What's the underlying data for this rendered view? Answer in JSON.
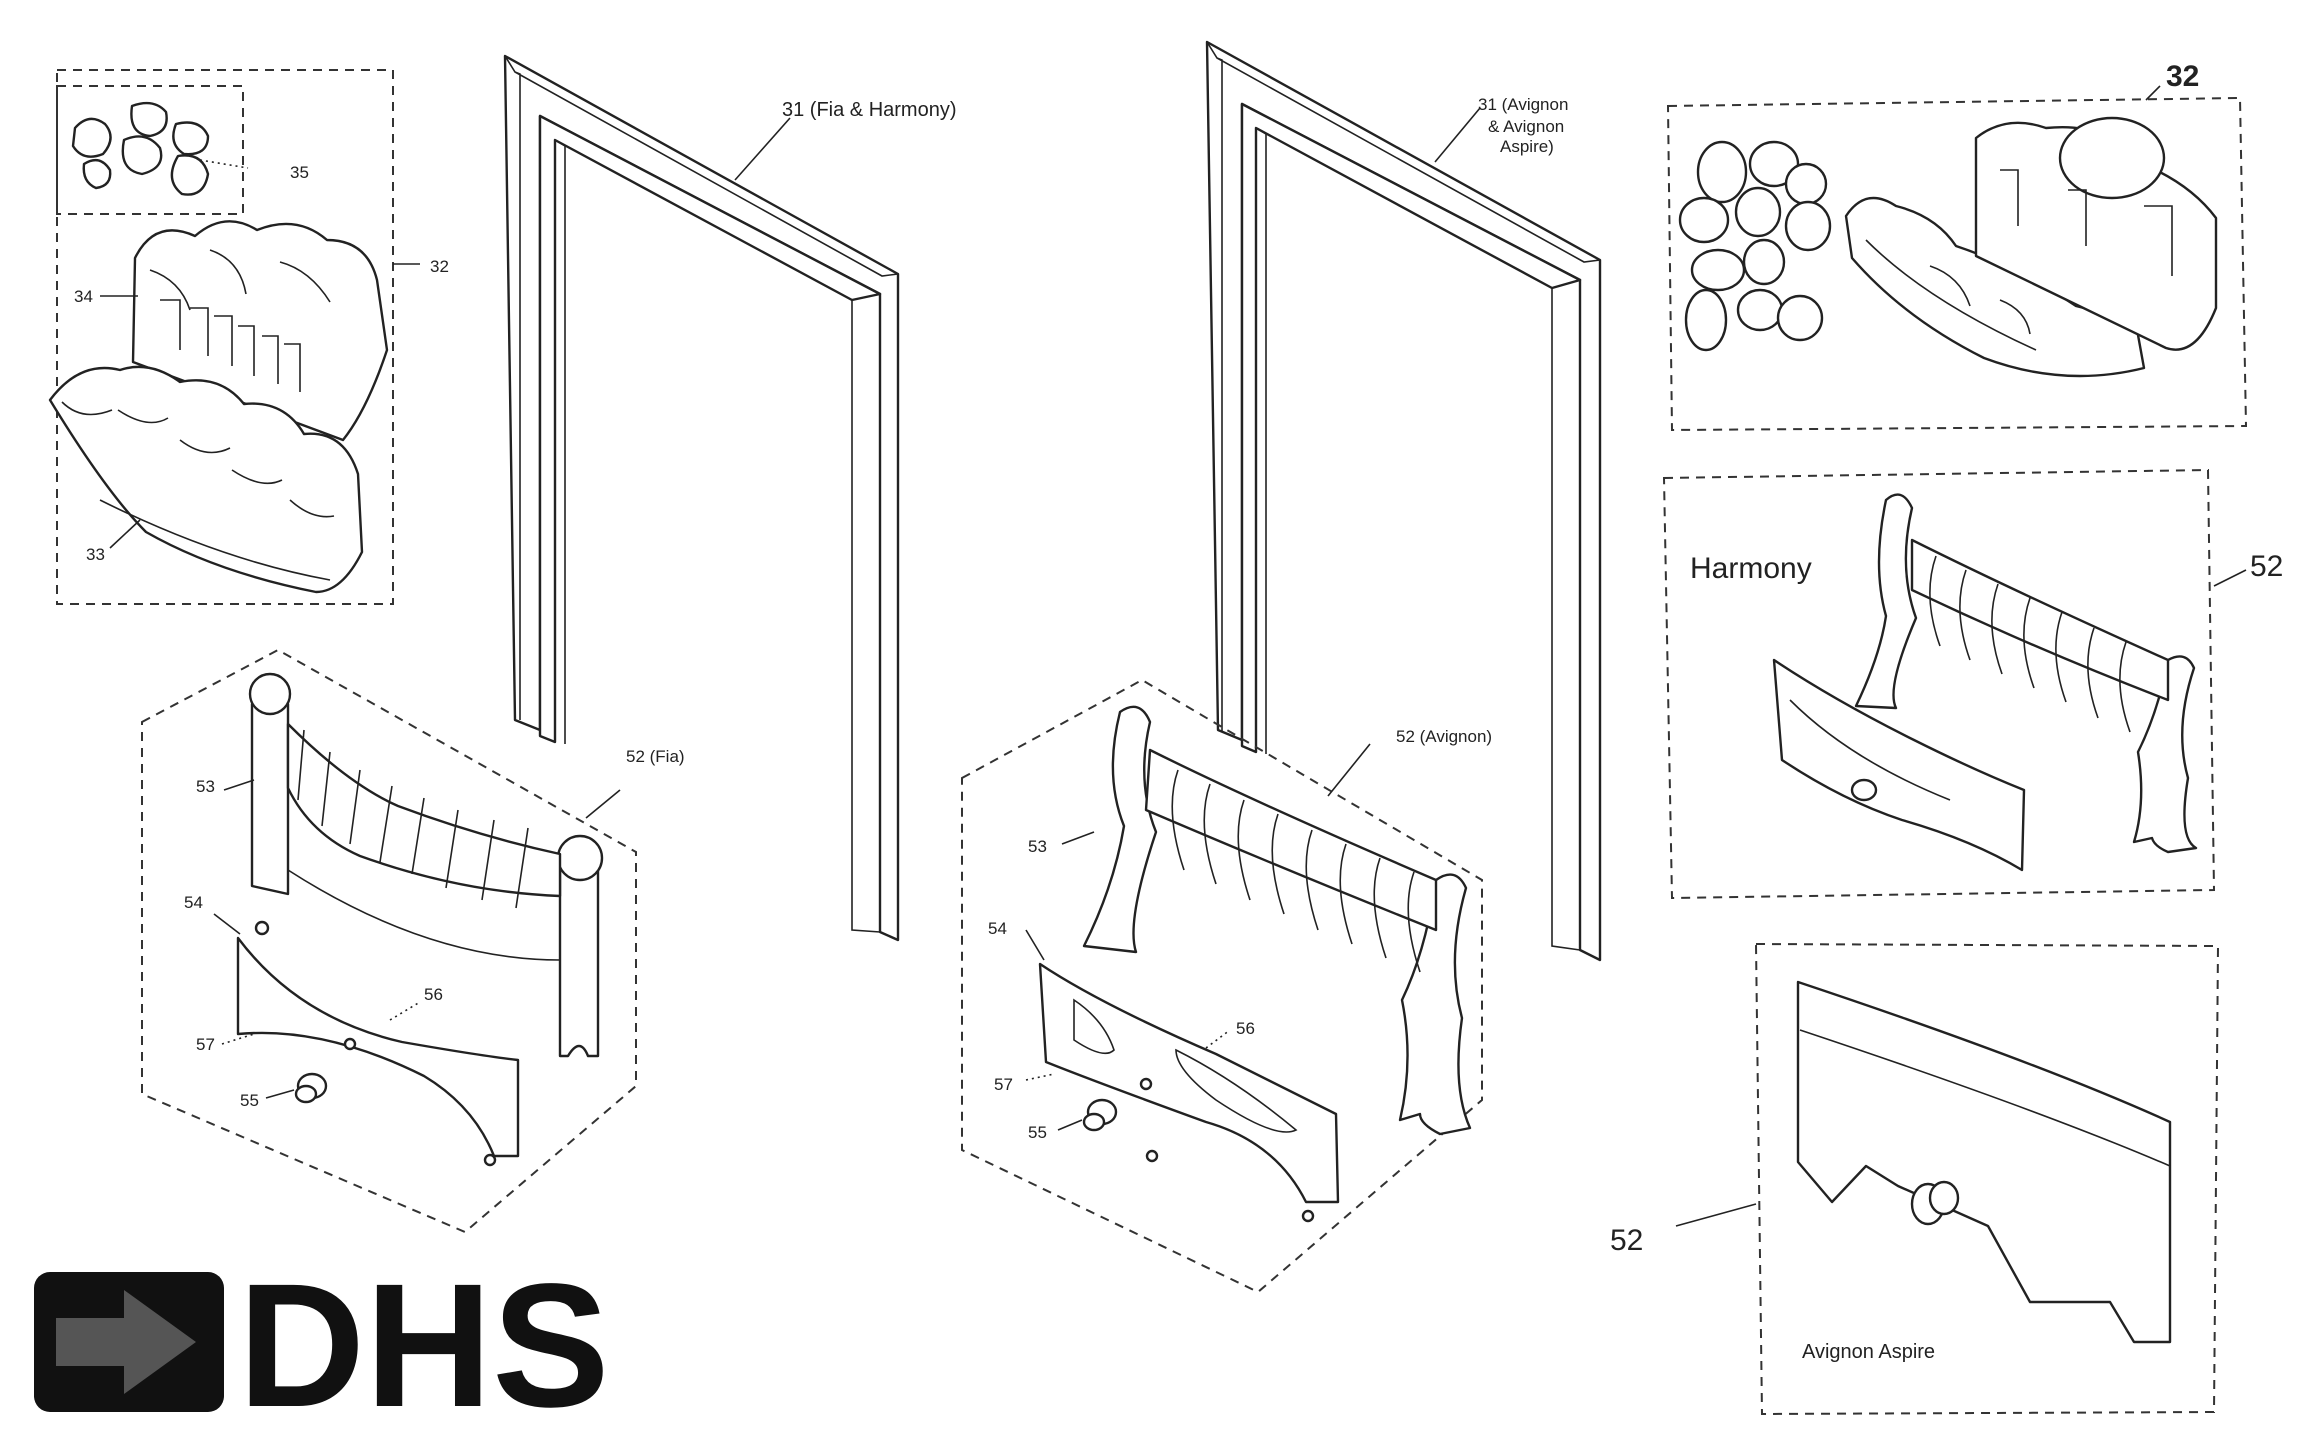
{
  "groups": {
    "coal_kit": {
      "callout_35": "35",
      "callout_34": "34",
      "callout_33": "33",
      "callout_32": "32"
    },
    "frame_fia_harmony": {
      "callout": "31 (Fia & Harmony)"
    },
    "frame_avignon": {
      "callout_line1": "31 (Avignon",
      "callout_line2": "& Avignon",
      "callout_line3": "Aspire)"
    },
    "pebble_kit": {
      "callout": "32"
    },
    "fret_fia": {
      "callout_set": "52 (Fia)",
      "callout_53": "53",
      "callout_54": "54",
      "callout_56": "56",
      "callout_57": "57",
      "callout_55": "55"
    },
    "fret_avignon": {
      "callout_set": "52 (Avignon)",
      "callout_53": "53",
      "callout_54": "54",
      "callout_56": "56",
      "callout_57": "57",
      "callout_55": "55"
    },
    "fret_harmony": {
      "title": "Harmony",
      "callout": "52"
    },
    "fret_avignon_aspire": {
      "title": "Avignon Aspire",
      "callout": "52"
    }
  },
  "logo": {
    "text": "DHS",
    "arrow_color": "#555555",
    "box_color": "#111111"
  }
}
